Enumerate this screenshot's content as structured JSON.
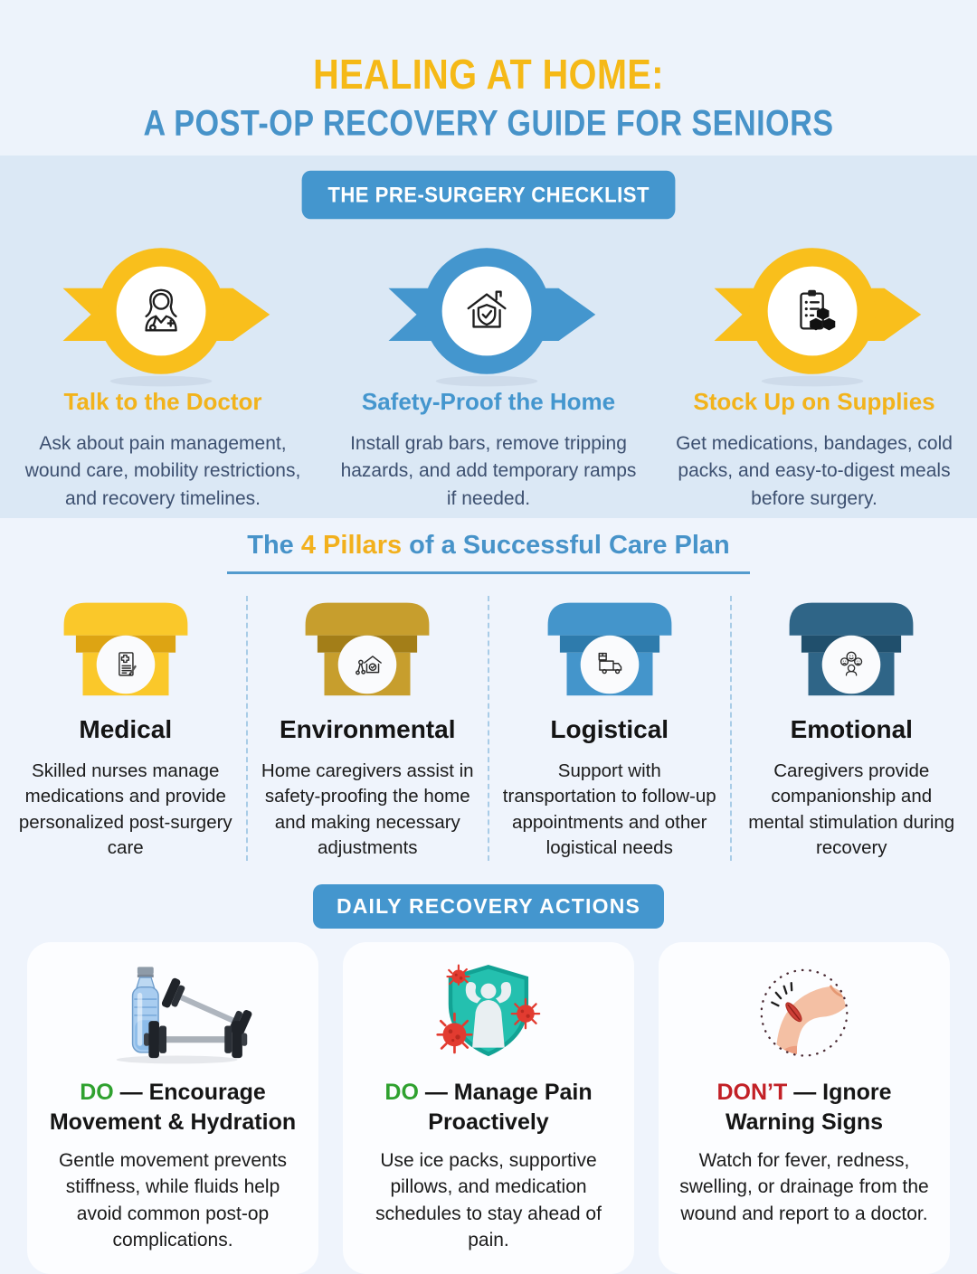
{
  "colors": {
    "accent_yellow": "#F5B917",
    "accent_blue": "#4496CE",
    "pillar_olive": "#C79E2D",
    "pillar_dark_blue": "#2F6587",
    "body_navy": "#3D5070",
    "do_green": "#2FA12F",
    "dont_red": "#C22026",
    "checklist_band_bg": "#DBE8F5",
    "page_bg": "#EFF4FC"
  },
  "header": {
    "title_line1": "HEALING AT HOME:",
    "title_line2": "A POST-OP RECOVERY GUIDE FOR SENIORS"
  },
  "pre_surgery": {
    "banner": "THE PRE-SURGERY CHECKLIST",
    "items": [
      {
        "title": "Talk to the Doctor",
        "body": "Ask about pain management, wound care, mobility restrictions, and recovery timelines.",
        "icon": "female-doctor-icon",
        "accent": "#F5B917"
      },
      {
        "title": "Safety-Proof the Home",
        "body": "Install grab bars, remove tripping hazards, and add temporary ramps if needed.",
        "icon": "home-shield-check-icon",
        "accent": "#4496CE"
      },
      {
        "title": "Stock Up on Supplies",
        "body": "Get medications, bandages, cold packs, and easy-to-digest meals before surgery.",
        "icon": "clipboard-supplies-icon",
        "accent": "#F5B917"
      }
    ]
  },
  "pillars": {
    "heading_pre": "The",
    "heading_highlight": "4 Pillars",
    "heading_post": "of a Successful Care Plan",
    "items": [
      {
        "title": "Medical",
        "body": "Skilled nurses manage medications and provide personalized post-surgery care",
        "icon": "medical-chart-pen-icon"
      },
      {
        "title": "Environmental",
        "body": "Home caregivers assist in safety-proofing the home and making necessary adjustments",
        "icon": "house-keys-icon"
      },
      {
        "title": "Logistical",
        "body": "Support with transportation to follow-up appointments and other logistical needs",
        "icon": "delivery-truck-icon"
      },
      {
        "title": "Emotional",
        "body": "Caregivers provide companionship and mental stimulation during recovery",
        "icon": "family-faces-icon"
      }
    ]
  },
  "daily_actions": {
    "banner": "DAILY RECOVERY ACTIONS",
    "cards": [
      {
        "tag": "DO",
        "title_rest": "— Encourage Movement & Hydration",
        "body": "Gentle movement prevents stiffness, while fluids help avoid common post-op complications.",
        "illustration": "water-bottle-dumbbells-illustration",
        "tag_color": "#2FA12F"
      },
      {
        "tag": "DO",
        "title_rest": "— Manage Pain Proactively",
        "body": "Use ice packs, supportive pillows, and medication schedules to stay ahead of pain.",
        "illustration": "immune-shield-virus-illustration",
        "tag_color": "#2FA12F"
      },
      {
        "tag": "DON’T",
        "title_rest": "— Ignore Warning Signs",
        "body": "Watch for fever, redness, swelling, or drainage from the wound and report to a doctor.",
        "illustration": "wound-arm-illustration",
        "tag_color": "#C22026"
      }
    ]
  }
}
